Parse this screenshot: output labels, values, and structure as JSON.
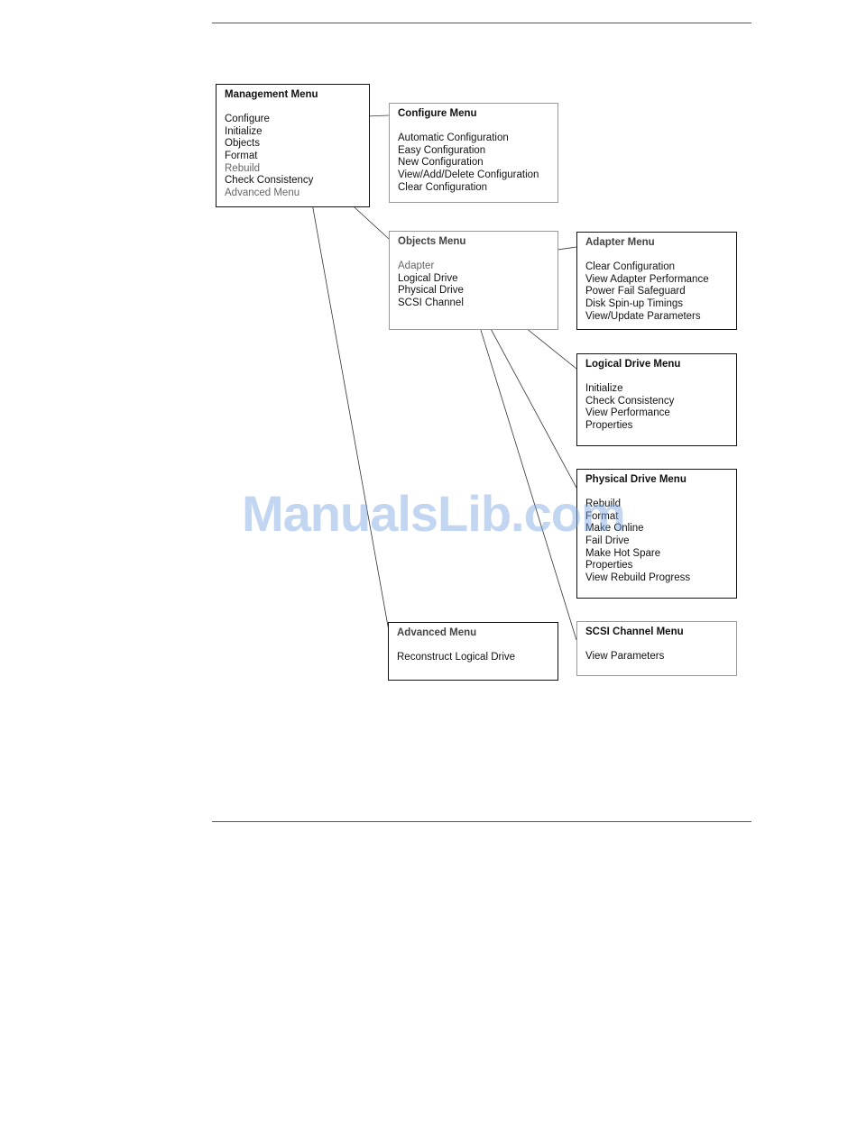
{
  "menus": {
    "management": {
      "title": "Management Menu",
      "items": [
        "Configure",
        "Initialize",
        "Objects",
        "Format",
        "Rebuild",
        "Check Consistency",
        "Advanced Menu"
      ]
    },
    "configure": {
      "title": "Configure Menu",
      "items": [
        "Automatic Configuration",
        "Easy Configuration",
        "New Configuration",
        "View/Add/Delete Configuration",
        "Clear Configuration"
      ]
    },
    "objects": {
      "title": "Objects Menu",
      "items": [
        "Adapter",
        "Logical Drive",
        "Physical Drive",
        "SCSI Channel"
      ]
    },
    "adapter": {
      "title": "Adapter Menu",
      "items": [
        "Clear Configuration",
        "View Adapter Performance",
        "Power Fail Safeguard",
        "Disk Spin-up Timings",
        "View/Update Parameters"
      ]
    },
    "logical_drive": {
      "title": "Logical Drive Menu",
      "items": [
        "Initialize",
        "Check Consistency",
        "View Performance",
        "Properties"
      ]
    },
    "physical_drive": {
      "title": "Physical Drive Menu",
      "items": [
        "Rebuild",
        "Format",
        "Make Online",
        "Fail Drive",
        "Make Hot Spare",
        "Properties",
        "View Rebuild Progress"
      ]
    },
    "advanced": {
      "title": "Advanced Menu",
      "items": [
        "Reconstruct Logical Drive"
      ]
    },
    "scsi_channel": {
      "title": "SCSI Channel Menu",
      "items": [
        "View Parameters"
      ]
    }
  },
  "watermark": "ManualsLib.com",
  "colors": {
    "border": "#111111",
    "light_border": "#9a9a9a",
    "connector": "#333333",
    "watermark": "#78a5e1"
  }
}
